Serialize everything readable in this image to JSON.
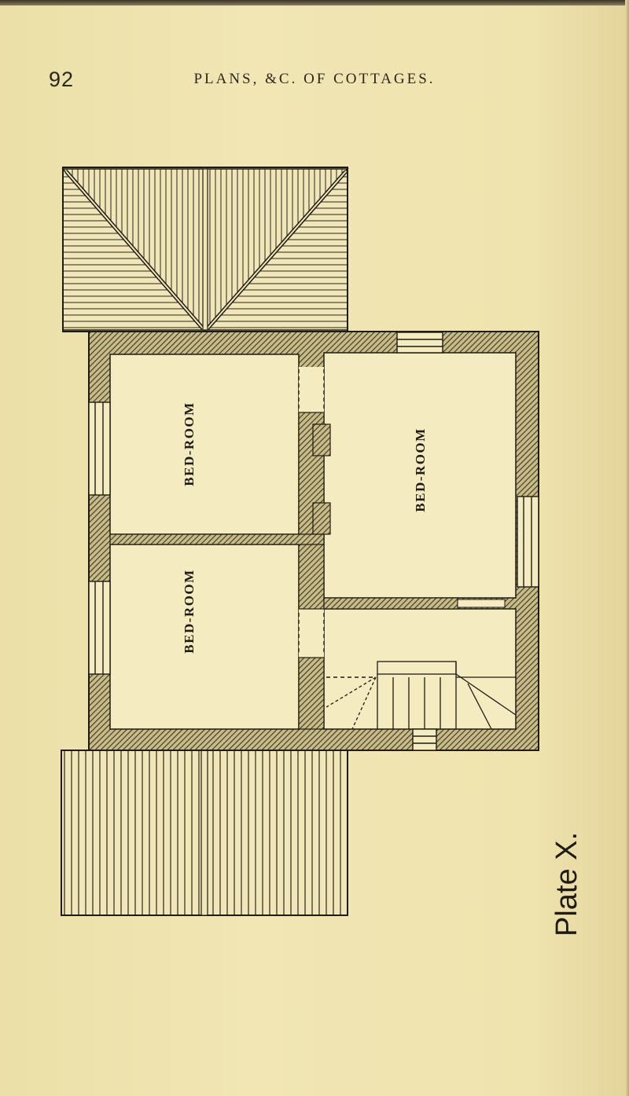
{
  "page": {
    "number": "92",
    "running_head": "PLANS, &C. OF COTTAGES.",
    "plate_label": "Plate X."
  },
  "plan": {
    "rooms": [
      {
        "id": "bedroom-upper-left",
        "label": "BED-ROOM"
      },
      {
        "id": "bedroom-right",
        "label": "BED-ROOM"
      },
      {
        "id": "bedroom-lower-left",
        "label": "BED-ROOM"
      }
    ],
    "colors": {
      "paper": "#efe3ae",
      "ink": "#1e1b13",
      "wall_hatch": "#3a3526",
      "room_fill": "#f4ebc0"
    }
  }
}
